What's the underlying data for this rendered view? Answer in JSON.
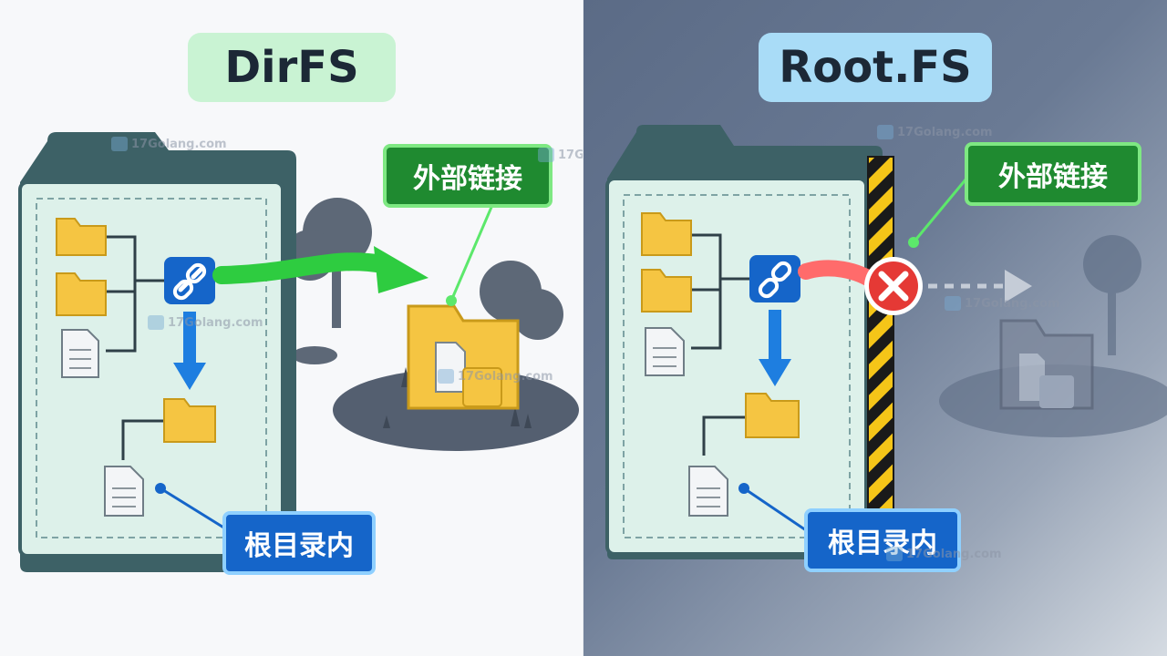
{
  "left": {
    "title": "DirFS",
    "title_bg": "#c9f3d3",
    "external_callout": "外部链接",
    "internal_callout": "根目录内"
  },
  "right": {
    "title": "Root.FS",
    "title_bg": "#a9dcf7",
    "external_callout": "外部链接",
    "internal_callout": "根目录内"
  },
  "watermark": "17Golang.com",
  "colors": {
    "folder": "#f5c542",
    "link_blue": "#1565c9",
    "allowed_arrow": "#2ecc40",
    "blocked_arrow": "#ff6b6b",
    "block_x": "#e53935",
    "hazard_yellow": "#f5c518"
  }
}
